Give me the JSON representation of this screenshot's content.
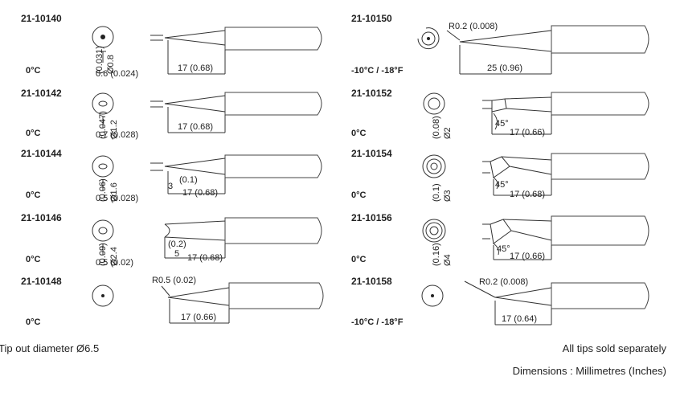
{
  "left": [
    {
      "code": "21-10140",
      "temp": "0°C",
      "side_dim": "(0.031)",
      "side_dia": "Ø0.8",
      "bottom_dim": "0.6 (0.024)",
      "length": "17 (0.68)"
    },
    {
      "code": "21-10142",
      "temp": "0°C",
      "side_dim": "(0.047)",
      "side_dia": "Ø1.2",
      "bottom_dim": "0.7 (0.028)",
      "length": "17 (0.68)"
    },
    {
      "code": "21-10144",
      "temp": "0°C",
      "side_dim": "(0.06)",
      "side_dia": "Ø1.6",
      "bottom_dim": "0.5 (0.028)",
      "length": "17 (0.68)",
      "small_a": "3",
      "small_b": "(0.1)"
    },
    {
      "code": "21-10146",
      "temp": "0°C",
      "side_dim": "(0.09)",
      "side_dia": "Ø2.4",
      "bottom_dim": "0.5 (0.02)",
      "length": "17 (0.68)",
      "small_a": "5",
      "small_b": "(0.2)"
    },
    {
      "code": "21-10148",
      "temp": "0°C",
      "radius": "R0.5 (0.02)",
      "length": "17 (0.66)"
    }
  ],
  "right": [
    {
      "code": "21-10150",
      "temp": "-10°C / -18°F",
      "radius": "R0.2 (0.008)",
      "length": "25 (0.96)"
    },
    {
      "code": "21-10152",
      "temp": "0°C",
      "side_dim": "(0.08)",
      "side_dia": "Ø2",
      "angle": "45°",
      "length": "17 (0.66)"
    },
    {
      "code": "21-10154",
      "temp": "0°C",
      "side_dim": "(0.1)",
      "side_dia": "Ø3",
      "angle": "45°",
      "length": "17 (0.68)"
    },
    {
      "code": "21-10156",
      "temp": "0°C",
      "side_dim": "(0.16)",
      "side_dia": "Ø4",
      "angle": "45°",
      "length": "17 (0.66)"
    },
    {
      "code": "21-10158",
      "temp": "-10°C / -18°F",
      "radius": "R0.2 (0.008)",
      "length": "17 (0.64)"
    }
  ],
  "footer": {
    "left": "Tip out diameter Ø6.5",
    "right_1": "All tips sold separately",
    "right_2": "Dimensions : Millimetres (Inches)"
  }
}
